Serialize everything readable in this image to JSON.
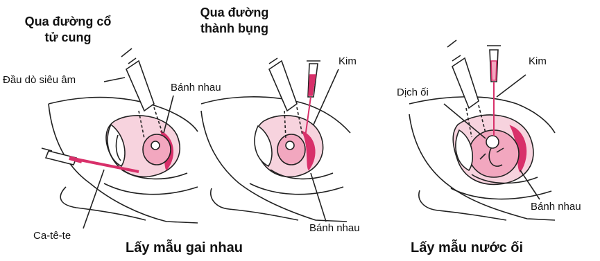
{
  "headings": {
    "transcervical": [
      "Qua đường cổ",
      "tử cung"
    ],
    "transabdominal": [
      "Qua đường",
      "thành bụng"
    ]
  },
  "labels": {
    "ultrasound_probe": "Đầu dò siêu âm",
    "placenta_1": "Bánh nhau",
    "needle_1": "Kim",
    "needle_2": "Kim",
    "amniotic_fluid": "Dịch ối",
    "catheter": "Ca-tê-te",
    "placenta_2": "Bánh nhau",
    "placenta_3": "Bánh nhau"
  },
  "captions": {
    "cvs": "Lấy mẫu gai nhau",
    "amnio": "Lấy mẫu nước ối"
  },
  "colors": {
    "placenta": "#d8306a",
    "placenta_light": "#f2a7bf",
    "uterus_fill": "#f7d3de",
    "line": "#222222"
  }
}
